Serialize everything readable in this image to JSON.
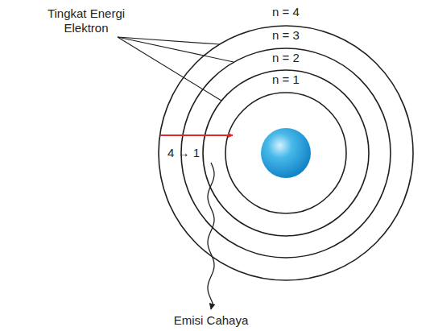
{
  "diagram": {
    "labels": [
      "Tingkat Energi Elektron",
      "n = 4",
      "n = 3",
      "n = 2",
      "n = 1",
      "4 → 1",
      "Emisi Cahaya"
    ]
  }
}
